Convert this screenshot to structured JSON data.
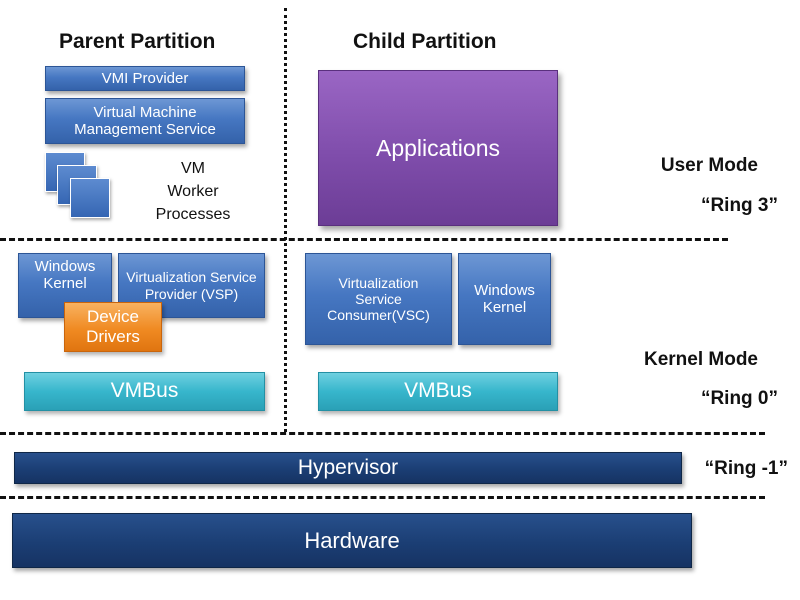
{
  "headers": {
    "parent": "Parent Partition",
    "child": "Child Partition"
  },
  "parent": {
    "vmi_provider": "VMI Provider",
    "vmms": "Virtual Machine Management Service",
    "vm_worker_line1": "VM",
    "vm_worker_line2": "Worker",
    "vm_worker_line3": "Processes",
    "windows_kernel": "Windows Kernel",
    "vsp": "Virtualization Service Provider (VSP)",
    "device_drivers": "Device Drivers",
    "vmbus": "VMBus"
  },
  "child": {
    "applications": "Applications",
    "vsc": "Virtualization Service Consumer(VSC)",
    "windows_kernel": "Windows Kernel",
    "vmbus": "VMBus"
  },
  "layers": {
    "hypervisor": "Hypervisor",
    "hardware": "Hardware"
  },
  "modes": {
    "user_mode": "User Mode",
    "ring3": "“Ring 3”",
    "kernel_mode": "Kernel Mode",
    "ring0": "“Ring 0”",
    "ring_minus1": "“Ring -1”"
  },
  "colors": {
    "blue_box": "#4677c2",
    "teal_box": "#37b6cc",
    "navy_box": "#1b3e74",
    "purple_box": "#7f4dab",
    "orange_box": "#f08a22"
  }
}
